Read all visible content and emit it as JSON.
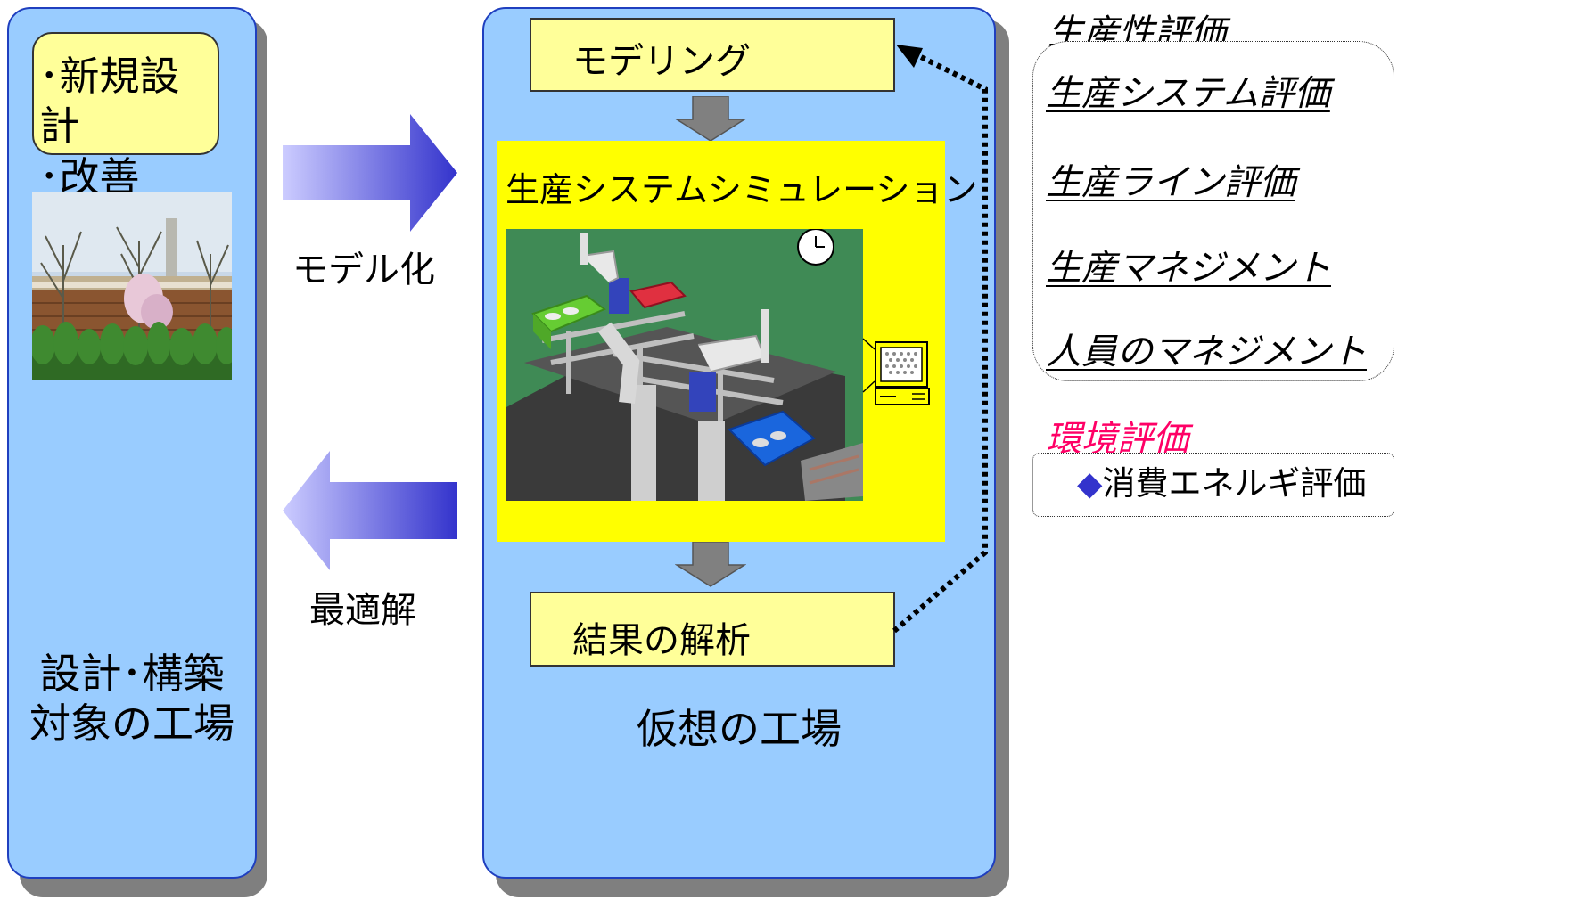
{
  "left_panel": {
    "bullets": [
      "･新規設計",
      "･改善"
    ],
    "title_lines": [
      "設計･構築",
      "対象の工場"
    ]
  },
  "arrows": {
    "to_virtual_label": "モデル化",
    "to_real_label": "最適解"
  },
  "center_panel": {
    "modeling_label": "モデリング",
    "simulation_title": "生産システムシミュレーション",
    "analysis_label": "結果の解析",
    "footer_label": "仮想の工場"
  },
  "right_panel": {
    "productivity_heading": "生産性評価",
    "productivity_items": [
      "生産システム評価",
      "生産ライン評価",
      "生産マネジメント",
      "人員のマネジメント"
    ],
    "environment_heading": "環境評価",
    "environment_item": "消費エネルギ評価",
    "environment_bullet": "◆"
  },
  "colors": {
    "panel_fill": "#99ccff",
    "panel_border": "#1f3fbf",
    "box_fill": "#ffff99",
    "sim_fill": "#ffff00",
    "environment_heading": "#ff0066",
    "bullet": "#3333cc"
  }
}
